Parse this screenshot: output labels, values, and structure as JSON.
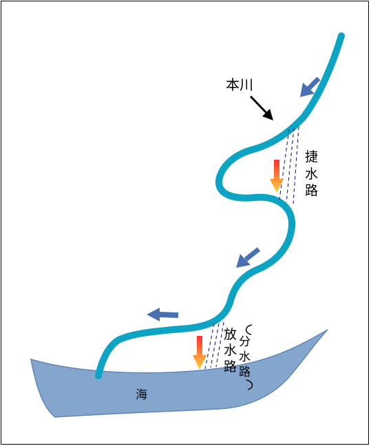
{
  "labels": {
    "main_river": "本川",
    "shortcut": [
      "捷",
      "水",
      "路"
    ],
    "floodway": [
      "放",
      "水",
      "路"
    ],
    "floodway_alt": [
      "分",
      "水",
      "路"
    ],
    "sea": "海"
  },
  "colors": {
    "river": "#0da4c4",
    "sea_fill": "#84a5cc",
    "sea_stroke": "#5f86bb",
    "flow_arrow": "#4a6fb2",
    "diversion_arrow_top": "#ff3030",
    "diversion_arrow_bottom": "#ffd23a",
    "channel_dash": "#2a2a8f"
  },
  "icons": {
    "flow": "flow-direction-arrow-icon",
    "diversion": "diversion-flow-arrow-icon",
    "pointer": "pointer-arrow-icon"
  }
}
